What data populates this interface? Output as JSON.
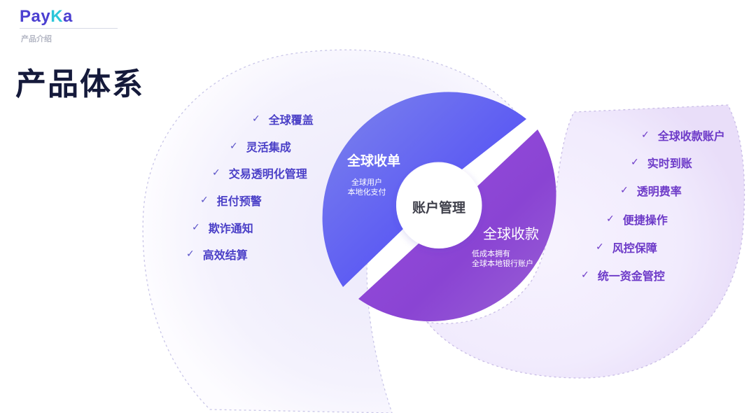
{
  "header": {
    "logo_part1": "Pay",
    "logo_part2": "K",
    "logo_part3": "a",
    "section_label": "产品介绍",
    "page_title": "产品体系"
  },
  "check_glyph": "✓",
  "left_list": {
    "items": [
      "全球覆盖",
      "灵活集成",
      "交易透明化管理",
      "拒付预警",
      "欺诈通知",
      "高效结算"
    ]
  },
  "right_list": {
    "items": [
      "全球收款账户",
      "实时到账",
      "透明费率",
      "便捷操作",
      "风控保障",
      "统一资金管控"
    ]
  },
  "ring": {
    "center_label": "账户管理",
    "segment_collect": {
      "title": "全球收单",
      "subtitle_line1": "全球用户",
      "subtitle_line2": "本地化支付"
    },
    "segment_receive": {
      "title": "全球收款",
      "subtitle_line1": "低成本拥有",
      "subtitle_line2": "全球本地银行账户"
    }
  },
  "colors": {
    "title": "#151a3b",
    "logo_primary": "#4b3fd1",
    "logo_accent": "#2cc6d9",
    "left_text": "#4a3fc7",
    "right_text": "#6d3ac8",
    "blue_segment": "#5b5bf0",
    "purple_segment": "#8c46d2"
  }
}
